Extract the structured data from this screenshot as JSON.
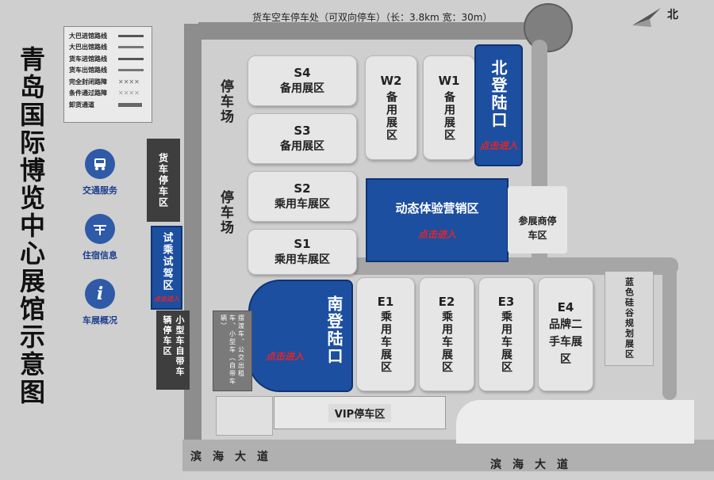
{
  "title": "青岛国际博览中心展馆示意图",
  "compass": "北",
  "top_road_label": "货车空车停车处（可双向停车）（长：3.8km 宽：30m）",
  "bottom_road_left": "滨海大道",
  "bottom_road_right": "滨海大道",
  "legend": [
    {
      "label": "大巴进馆路线",
      "symbol": "arrow"
    },
    {
      "label": "大巴出馆路线",
      "symbol": "arrow"
    },
    {
      "label": "货车进馆路线",
      "symbol": "arrow"
    },
    {
      "label": "货车出馆路线",
      "symbol": "arrow"
    },
    {
      "label": "完全封闭路障",
      "symbol": "✕✕✕✕"
    },
    {
      "label": "条件通过路障",
      "symbol": "✕✕✕✕"
    },
    {
      "label": "卸货通道",
      "symbol": "bar"
    }
  ],
  "side_menu": [
    {
      "label": "交通服务",
      "icon": "bus-icon"
    },
    {
      "label": "住宿信息",
      "icon": "bed-icon"
    },
    {
      "label": "车展概况",
      "icon": "info-icon"
    }
  ],
  "halls": {
    "s4": {
      "code": "S4",
      "name": "备用展区"
    },
    "s3": {
      "code": "S3",
      "name": "备用展区"
    },
    "s2": {
      "code": "S2",
      "name": "乘用车展区"
    },
    "s1": {
      "code": "S1",
      "name": "乘用车展区"
    },
    "w2": {
      "code": "W2",
      "name": "备用展区"
    },
    "w1": {
      "code": "W1",
      "name": "备用展区"
    },
    "e1": {
      "code": "E1",
      "name": "乘用车展区"
    },
    "e2": {
      "code": "E2",
      "name": "乘用车展区"
    },
    "e3": {
      "code": "E3",
      "name": "乘用车展区"
    },
    "e4": {
      "code": "E4",
      "name": "品牌二手车展区"
    }
  },
  "zones": {
    "north_entrance": "北登陆口",
    "south_entrance": "南登陆口",
    "dynamic": "动态体验营销区",
    "test_drive": "试乘试驾区",
    "exhibitor_parking": "参展商停车区",
    "blue_valley": "蓝色硅谷规划展区",
    "truck_parking": "货车停车区",
    "small_car_parking": "小型车自带车辆停车区",
    "taxi_area": "摆渡车、公交出租车、小型车（自带车辆）",
    "parking_top": "停车场",
    "parking_mid": "停车场",
    "vip_parking": "VIP停车区"
  },
  "click_enter": "点击进入"
}
